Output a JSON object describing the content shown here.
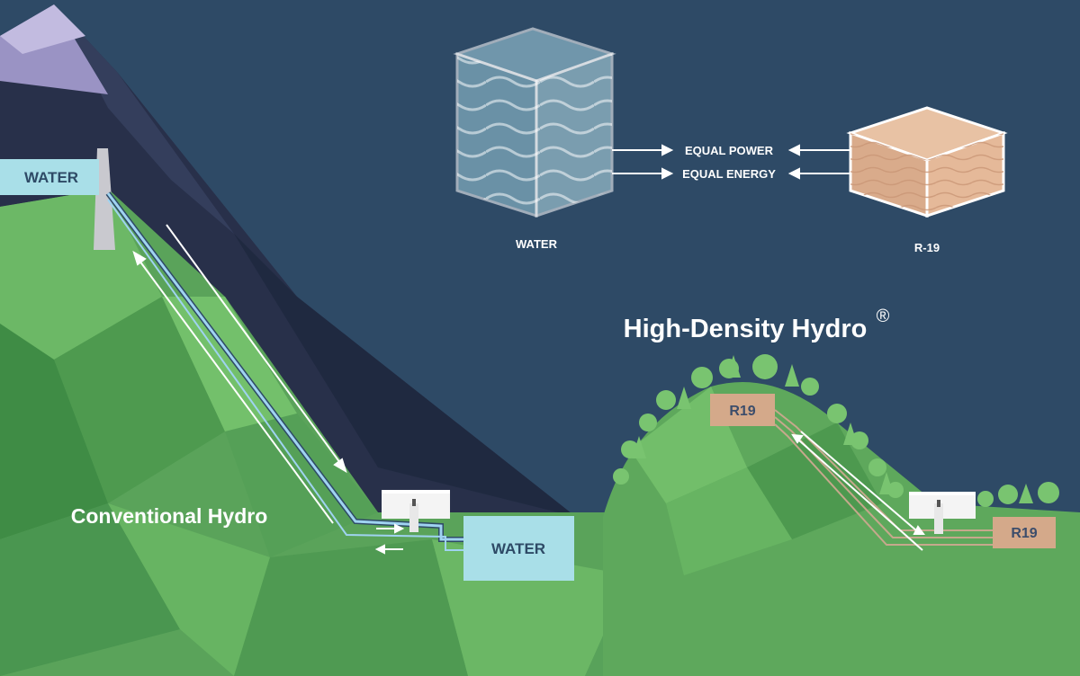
{
  "colors": {
    "sky": "#2e4a66",
    "mountain_dark": "#2b3450",
    "mountain_snow": "#b7b0d6",
    "grass": "#5ba35a",
    "grass_light": "#78c26f",
    "grass_dark": "#3f8c45",
    "water_box": "#a9dfe8",
    "water_text": "#2e4a66",
    "r19_box": "#d4a98a",
    "r19_text": "#3c4d6b",
    "pipe": "#9fd3f0",
    "white": "#ffffff"
  },
  "conventional": {
    "title": "Conventional Hydro",
    "upper_reservoir_label": "WATER",
    "lower_reservoir_label": "WATER"
  },
  "high_density": {
    "title": "High-Density Hydro",
    "registered_mark": "®",
    "upper_reservoir_label": "R19",
    "lower_reservoir_label": "R19"
  },
  "comparison": {
    "left_cube_label": "WATER",
    "right_cube_label": "R-19",
    "equal_power": "EQUAL POWER",
    "equal_energy": "EQUAL ENERGY"
  }
}
